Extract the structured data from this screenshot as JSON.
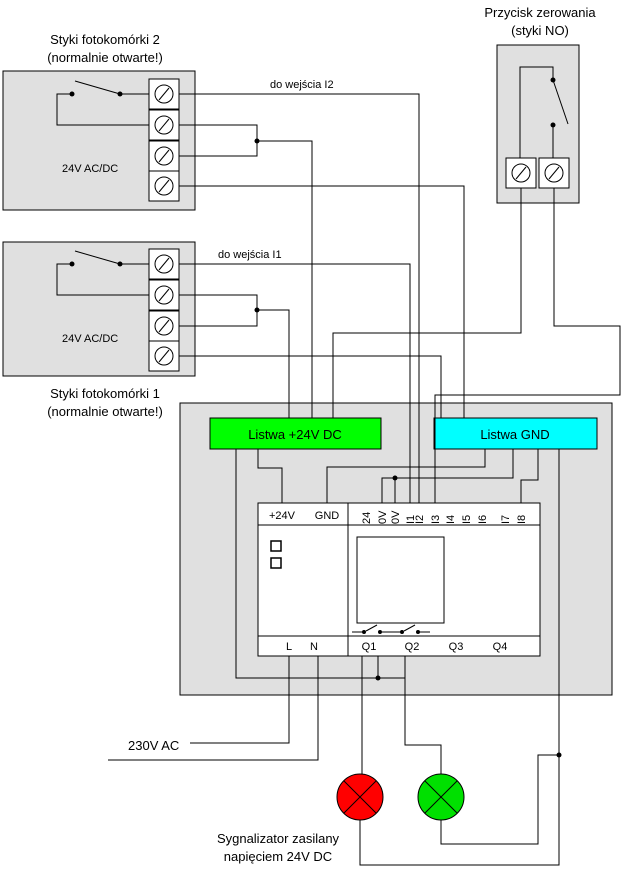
{
  "sensor2": {
    "title": "Styki fotokomórki 2",
    "subtitle": "(normalnie otwarte!)",
    "voltage": "24V AC/DC"
  },
  "sensor1": {
    "title": "Styki fotokomórki 1",
    "subtitle": "(normalnie otwarte!)",
    "voltage": "24V AC/DC"
  },
  "reset": {
    "title": "Przycisk zerowania",
    "subtitle": "(styki NO)"
  },
  "wires": {
    "to_i2": "do wejścia I2",
    "to_i1": "do wejścia I1"
  },
  "bus": {
    "plus_label": "Listwa +24V DC",
    "plus_color": "#00FF00",
    "gnd_label": "Listwa GND",
    "gnd_color": "#00FFFF"
  },
  "plc": {
    "top_left": [
      "+24V",
      "GND"
    ],
    "inputs": [
      "24",
      "0V",
      "0V",
      "I1",
      "I2",
      "I3",
      "I4",
      "I5",
      "I6",
      "I7",
      "I8"
    ],
    "bottom": [
      "L",
      "N",
      "Q1",
      "Q2",
      "Q3",
      "Q4"
    ]
  },
  "supply": {
    "label": "230V AC"
  },
  "signal": {
    "line1": "Sygnalizator zasilany",
    "line2": "napięciem 24V DC",
    "red": "#FF0000",
    "green": "#00E000"
  },
  "panel_color": "#E0E0E0"
}
